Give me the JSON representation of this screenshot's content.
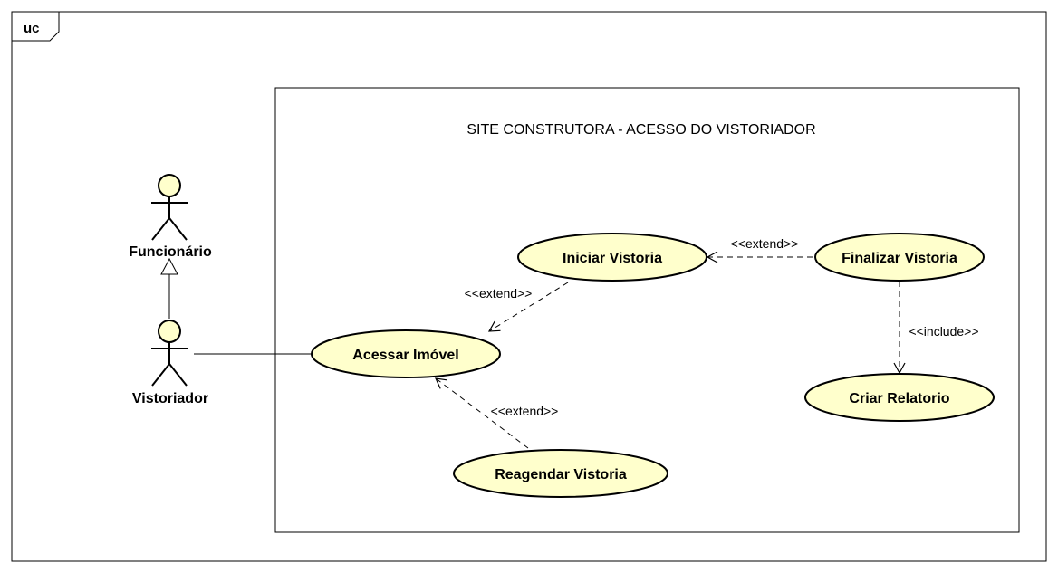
{
  "frame": {
    "tag": "uc"
  },
  "system": {
    "title": "SITE CONSTRUTORA - ACESSO DO VISTORIADOR"
  },
  "actors": {
    "funcionario": "Funcionário",
    "vistoriador": "Vistoriador"
  },
  "use_cases": {
    "iniciar": "Iniciar Vistoria",
    "finalizar": "Finalizar Vistoria",
    "acessar": "Acessar Imóvel",
    "criar": "Criar Relatorio",
    "reagendar": "Reagendar Vistoria"
  },
  "relations": {
    "finalizar_iniciar": "<<extend>>",
    "iniciar_acessar": "<<extend>>",
    "reagendar_acessar": "<<extend>>",
    "finalizar_criar": "<<include>>"
  },
  "colors": {
    "use_case_fill": "#FFFFCC",
    "actor_fill": "#FFFFCC",
    "stroke": "#000000"
  }
}
